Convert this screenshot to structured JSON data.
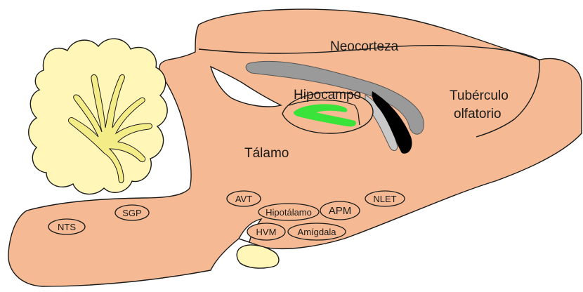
{
  "colors": {
    "brain": "#F5BA93",
    "cerebellum": "#FFF6B8",
    "cerebellum_core": "#F4EC86",
    "outline": "#1a1a1a",
    "ventricle_gray": "#9A9A9A",
    "ventricle_light": "#C8C8C8",
    "ventricle_black": "#000000",
    "dentate_gyrus": "#39E339"
  },
  "regions": {
    "neocortex": "Neocorteza",
    "olfactory_tubercle_line1": "Tubérculo",
    "olfactory_tubercle_line2": "olfatorio",
    "hippocampus": "Hipocampo",
    "thalamus": "Tálamo"
  },
  "nuclei": {
    "nts": "NTS",
    "sgp": "SGP",
    "avt": "AVT",
    "hypothalamus": "Hipotálamo",
    "apm": "APM",
    "nlet": "NLET",
    "hvm": "HVM",
    "amygdala": "Amígdala"
  }
}
